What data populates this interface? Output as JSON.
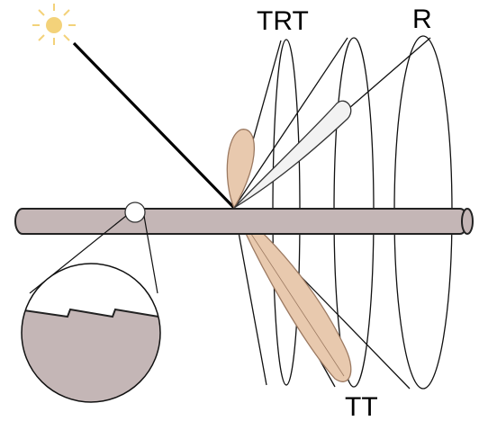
{
  "labels": {
    "trt": "TRT",
    "r": "R",
    "tt": "TT"
  },
  "colors": {
    "background": "#ffffff",
    "hair_fill": "#c4b6b6",
    "hair_stroke": "#222222",
    "lobe_fill": "#e8c9ae",
    "lobe_stroke": "#9c7a62",
    "r_lobe_fill": "#f2f2f2",
    "sun": "#f3d27a",
    "outline": "#111111"
  },
  "icons": {
    "light": "sun-icon"
  }
}
